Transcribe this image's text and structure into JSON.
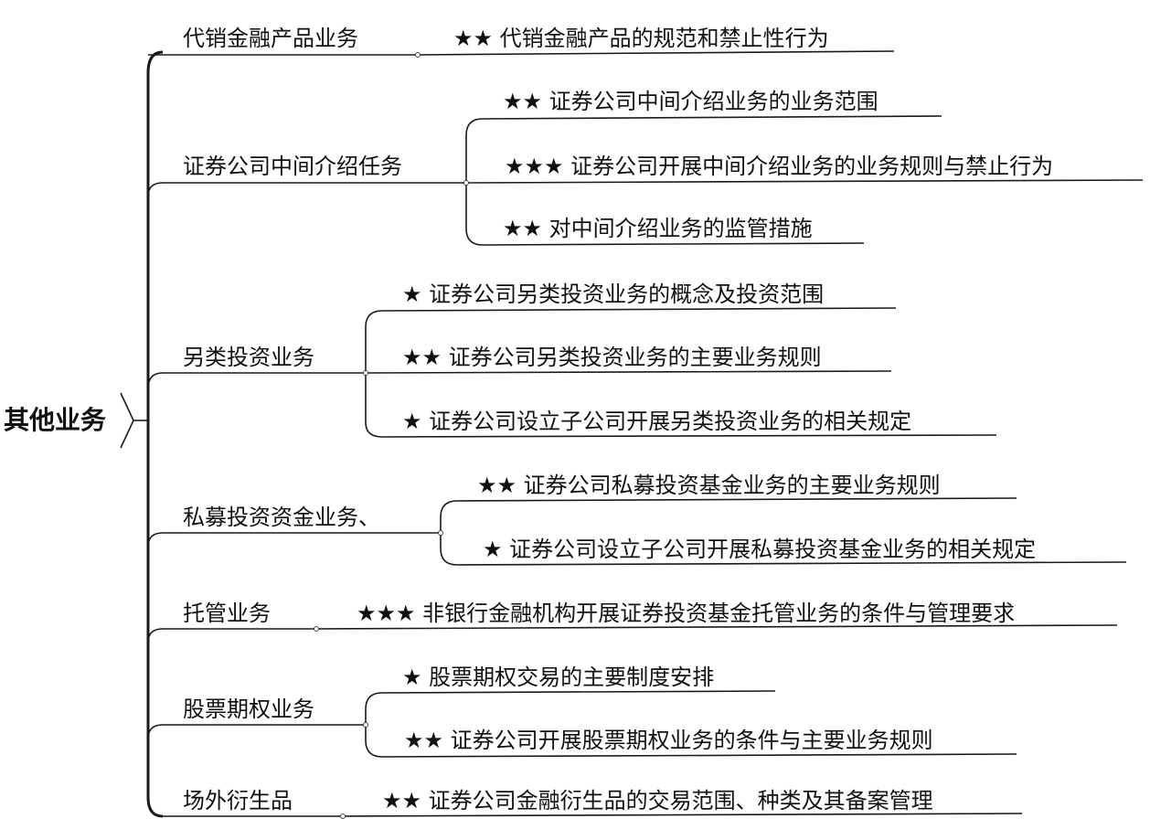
{
  "root": {
    "label": "其他业务"
  },
  "branches": [
    {
      "label": "代销金融产品业务",
      "children": [
        {
          "label": "★★ 代销金融产品的规范和禁止性行为"
        }
      ]
    },
    {
      "label": "证券公司中间介绍任务",
      "children": [
        {
          "label": "★★ 证券公司中间介绍业务的业务范围"
        },
        {
          "label": "★★★ 证券公司开展中间介绍业务的业务规则与禁止行为"
        },
        {
          "label": "★★ 对中间介绍业务的监管措施"
        }
      ]
    },
    {
      "label": "另类投资业务",
      "children": [
        {
          "label": "★ 证券公司另类投资业务的概念及投资范围"
        },
        {
          "label": "★★ 证券公司另类投资业务的主要业务规则"
        },
        {
          "label": "★ 证券公司设立子公司开展另类投资业务的相关规定"
        }
      ]
    },
    {
      "label": "私募投资资金业务、",
      "children": [
        {
          "label": "★★ 证券公司私募投资基金业务的主要业务规则"
        },
        {
          "label": "★ 证券公司设立子公司开展私募投资基金业务的相关规定"
        }
      ]
    },
    {
      "label": "托管业务",
      "children": [
        {
          "label": "★★★ 非银行金融机构开展证券投资基金托管业务的条件与管理要求"
        }
      ]
    },
    {
      "label": "股票期权业务",
      "children": [
        {
          "label": "★ 股票期权交易的主要制度安排"
        },
        {
          "label": "★★ 证券公司开展股票期权业务的条件与主要业务规则"
        }
      ]
    },
    {
      "label": "场外衍生品",
      "children": [
        {
          "label": "★★ 证券公司金融衍生品的交易范围、种类及其备案管理"
        }
      ]
    }
  ]
}
